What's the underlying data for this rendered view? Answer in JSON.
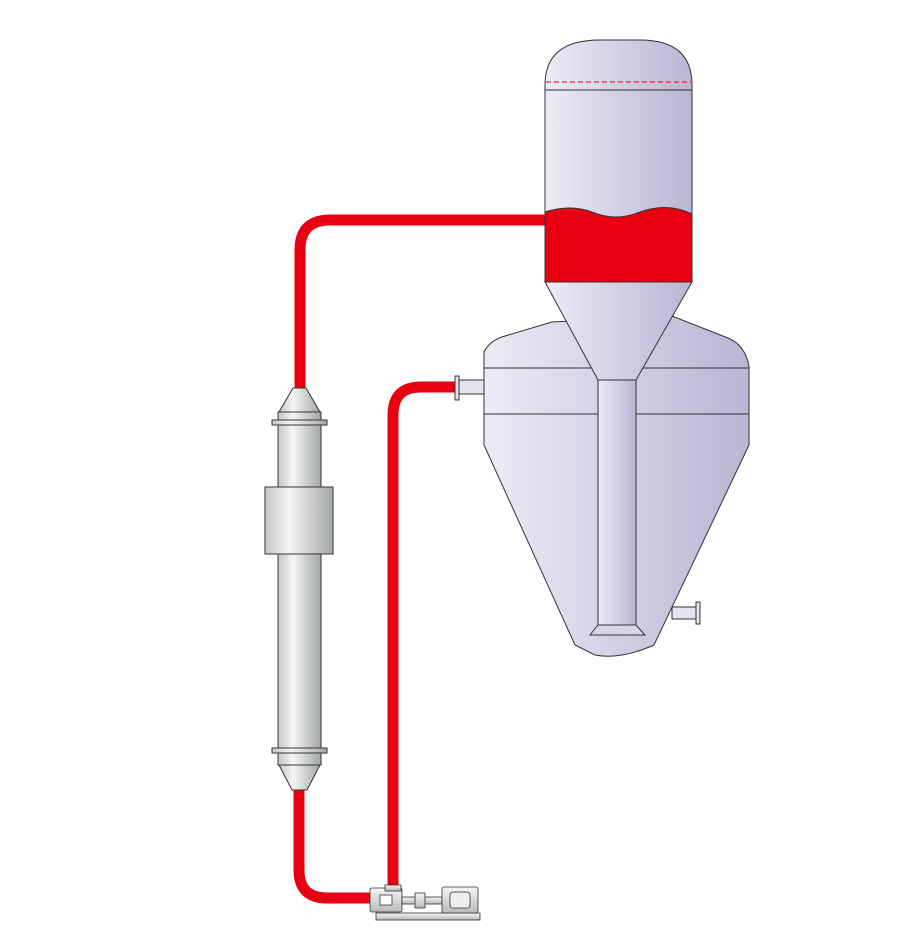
{
  "diagram": {
    "components": [
      {
        "id": "separator-vessel",
        "label": ""
      },
      {
        "id": "heat-exchanger",
        "label": ""
      },
      {
        "id": "circulation-pump",
        "label": ""
      }
    ],
    "pipes": [
      {
        "id": "vapor-line",
        "from": "heat-exchanger",
        "to": "separator-vessel"
      },
      {
        "id": "return-line",
        "from": "circulation-pump",
        "to": "separator-vessel"
      },
      {
        "id": "suction-line",
        "from": "heat-exchanger",
        "to": "circulation-pump"
      }
    ]
  },
  "colors": {
    "process_fluid": "#e60012",
    "vessel_fill_light": "#e8e8f4",
    "vessel_fill_dark": "#b8b4d2",
    "outline": "#333333",
    "exchanger_light": "#f2f3f3",
    "exchanger_dark": "#a9acac",
    "level_line": "#e60012"
  }
}
